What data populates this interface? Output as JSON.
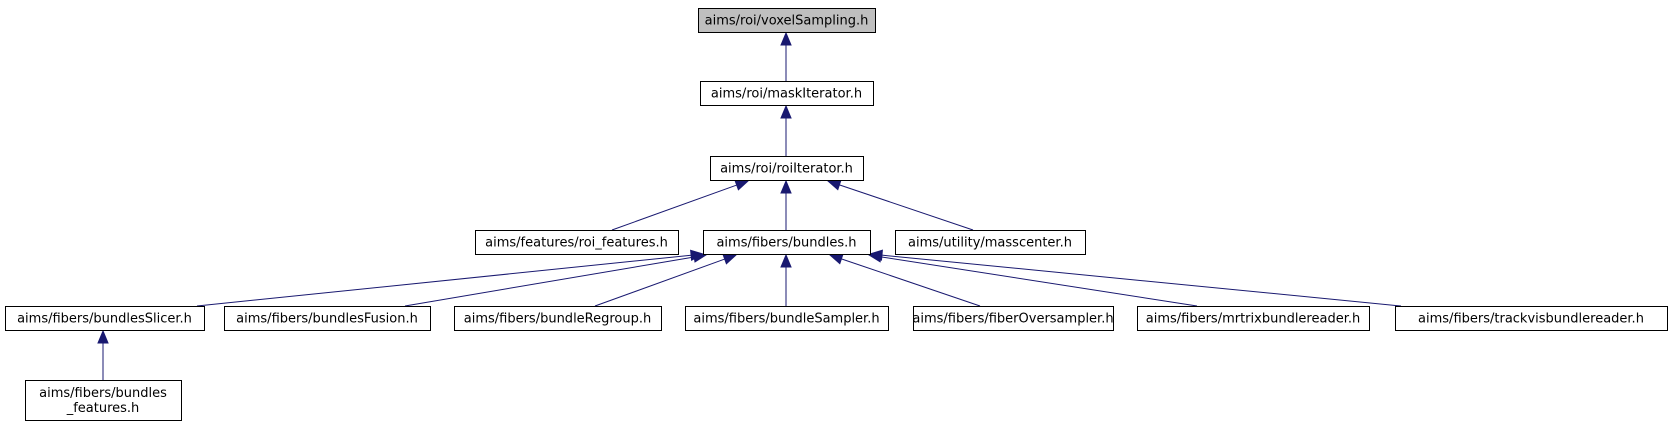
{
  "diagram": {
    "nodes": [
      {
        "id": "voxelSampling",
        "label": [
          "aims/roi/voxelSampling.h"
        ],
        "highlight": true
      },
      {
        "id": "maskIterator",
        "label": [
          "aims/roi/maskIterator.h"
        ]
      },
      {
        "id": "roiIterator",
        "label": [
          "aims/roi/roiIterator.h"
        ]
      },
      {
        "id": "roi_features",
        "label": [
          "aims/features/roi_features.h"
        ]
      },
      {
        "id": "bundles",
        "label": [
          "aims/fibers/bundles.h"
        ]
      },
      {
        "id": "masscenter",
        "label": [
          "aims/utility/masscenter.h"
        ]
      },
      {
        "id": "bundlesSlicer",
        "label": [
          "aims/fibers/bundlesSlicer.h"
        ]
      },
      {
        "id": "bundlesFusion",
        "label": [
          "aims/fibers/bundlesFusion.h"
        ]
      },
      {
        "id": "bundleRegroup",
        "label": [
          "aims/fibers/bundleRegroup.h"
        ]
      },
      {
        "id": "bundleSampler",
        "label": [
          "aims/fibers/bundleSampler.h"
        ]
      },
      {
        "id": "fiberOversampler",
        "label": [
          "aims/fibers/fiberOversampler.h"
        ]
      },
      {
        "id": "mrtrixbundlereader",
        "label": [
          "aims/fibers/mrtrixbundlereader.h"
        ]
      },
      {
        "id": "trackvisbundlereader",
        "label": [
          "aims/fibers/trackvisbundlereader.h"
        ]
      },
      {
        "id": "bundles_features",
        "label": [
          "aims/fibers/bundles",
          "_features.h"
        ]
      }
    ],
    "edges": [
      {
        "from": "maskIterator",
        "to": "voxelSampling"
      },
      {
        "from": "roiIterator",
        "to": "maskIterator"
      },
      {
        "from": "roi_features",
        "to": "roiIterator"
      },
      {
        "from": "bundles",
        "to": "roiIterator"
      },
      {
        "from": "masscenter",
        "to": "roiIterator"
      },
      {
        "from": "bundlesSlicer",
        "to": "bundles"
      },
      {
        "from": "bundlesFusion",
        "to": "bundles"
      },
      {
        "from": "bundleRegroup",
        "to": "bundles"
      },
      {
        "from": "bundleSampler",
        "to": "bundles"
      },
      {
        "from": "fiberOversampler",
        "to": "bundles"
      },
      {
        "from": "mrtrixbundlereader",
        "to": "bundles"
      },
      {
        "from": "trackvisbundlereader",
        "to": "bundles"
      },
      {
        "from": "bundles_features",
        "to": "bundlesSlicer"
      }
    ],
    "colors": {
      "node_fill": "#ffffff",
      "highlight_fill": "#bfbfbf",
      "node_border": "#000000",
      "edge": "#191970"
    }
  }
}
